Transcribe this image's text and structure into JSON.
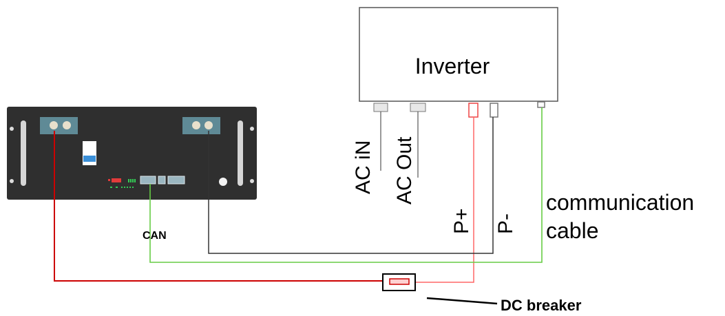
{
  "inverter": {
    "label": "Inverter"
  },
  "ports": {
    "ac_in": "AC iN",
    "ac_out": "AC Out",
    "p_plus": "P+",
    "p_minus": "P-"
  },
  "comm": {
    "line1": "communication",
    "line2": "cable"
  },
  "can": {
    "label": "CAN"
  },
  "breaker": {
    "label": "DC breaker"
  },
  "colors": {
    "positive": "#cc0000",
    "positive_light": "#ff6666",
    "negative": "#333333",
    "communication": "#66cc44",
    "battery": "#2f2f2f",
    "terminal": "#5f8a96"
  }
}
